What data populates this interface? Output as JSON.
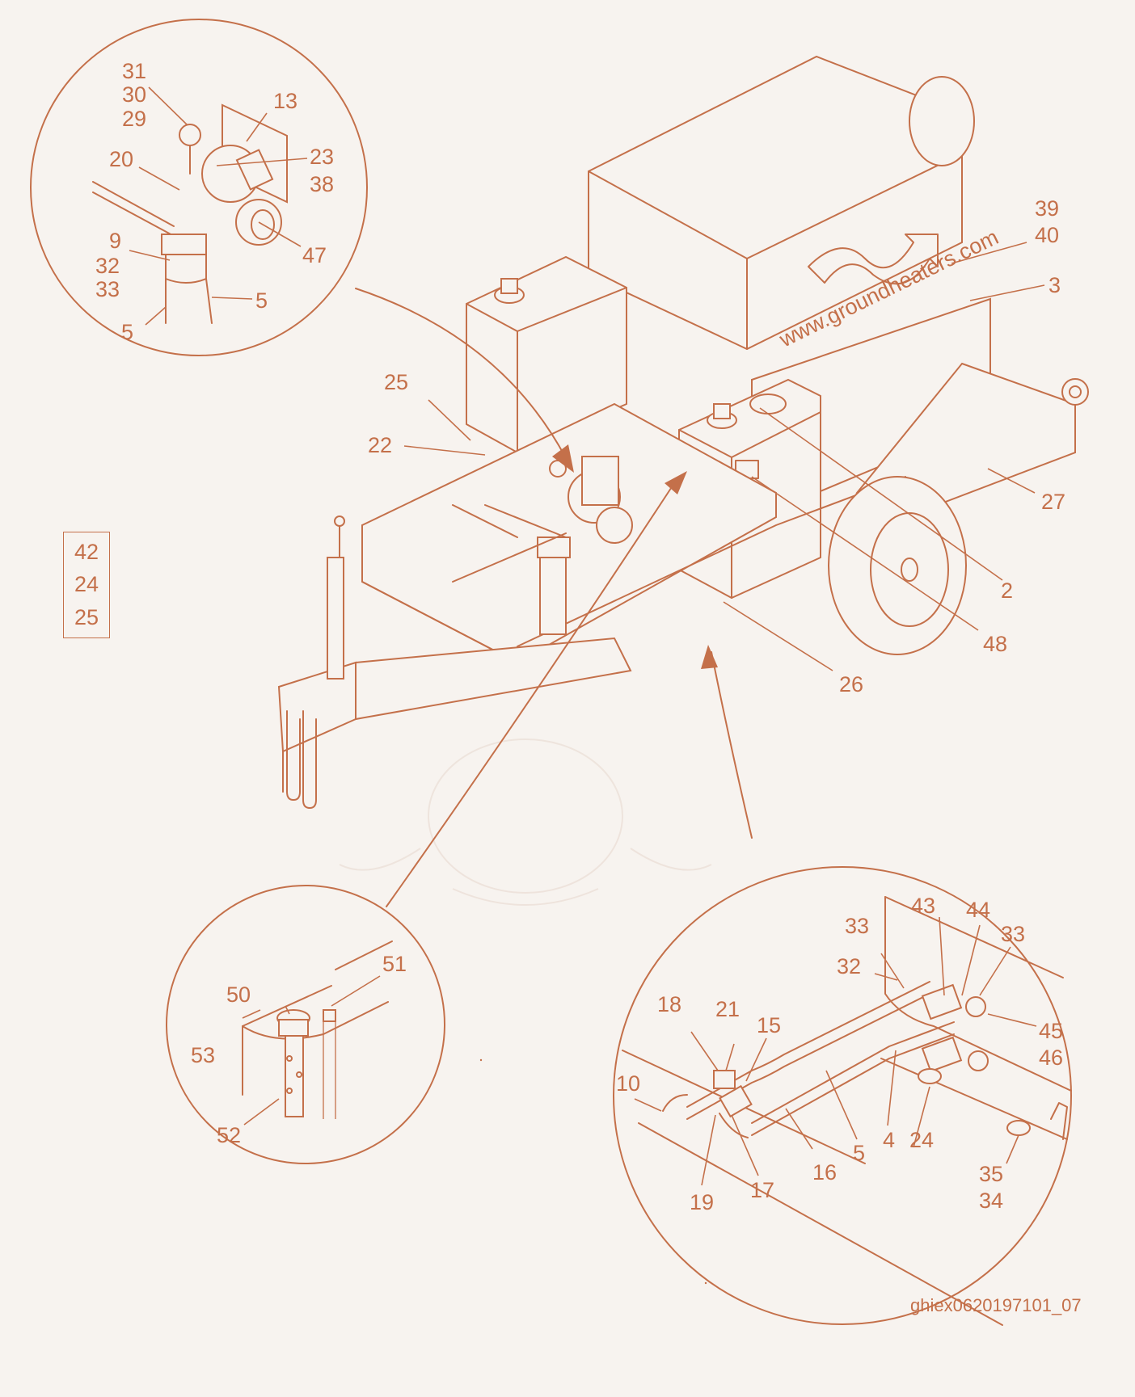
{
  "drawing_id": "ghiex0620197101_07",
  "reference_box": [
    "42",
    "24",
    "25"
  ],
  "callouts": {
    "detail_top_left": [
      "31",
      "30",
      "29",
      "13",
      "20",
      "23",
      "38",
      "9",
      "32",
      "33",
      "47",
      "5",
      "5"
    ],
    "main_assembly": [
      "39",
      "40",
      "3",
      "25",
      "22",
      "27",
      "2",
      "48",
      "26"
    ],
    "detail_bottom_left": [
      "50",
      "51",
      "53",
      "52"
    ],
    "detail_bottom_right": [
      "43",
      "44",
      "33",
      "33",
      "32",
      "18",
      "21",
      "15",
      "45",
      "46",
      "10",
      "4",
      "5",
      "24",
      "16",
      "19",
      "17",
      "35",
      "34"
    ]
  },
  "decal_text": "www.groundheaters.com",
  "colors": {
    "line": "#c4704a",
    "background": "#f7f3ef"
  }
}
